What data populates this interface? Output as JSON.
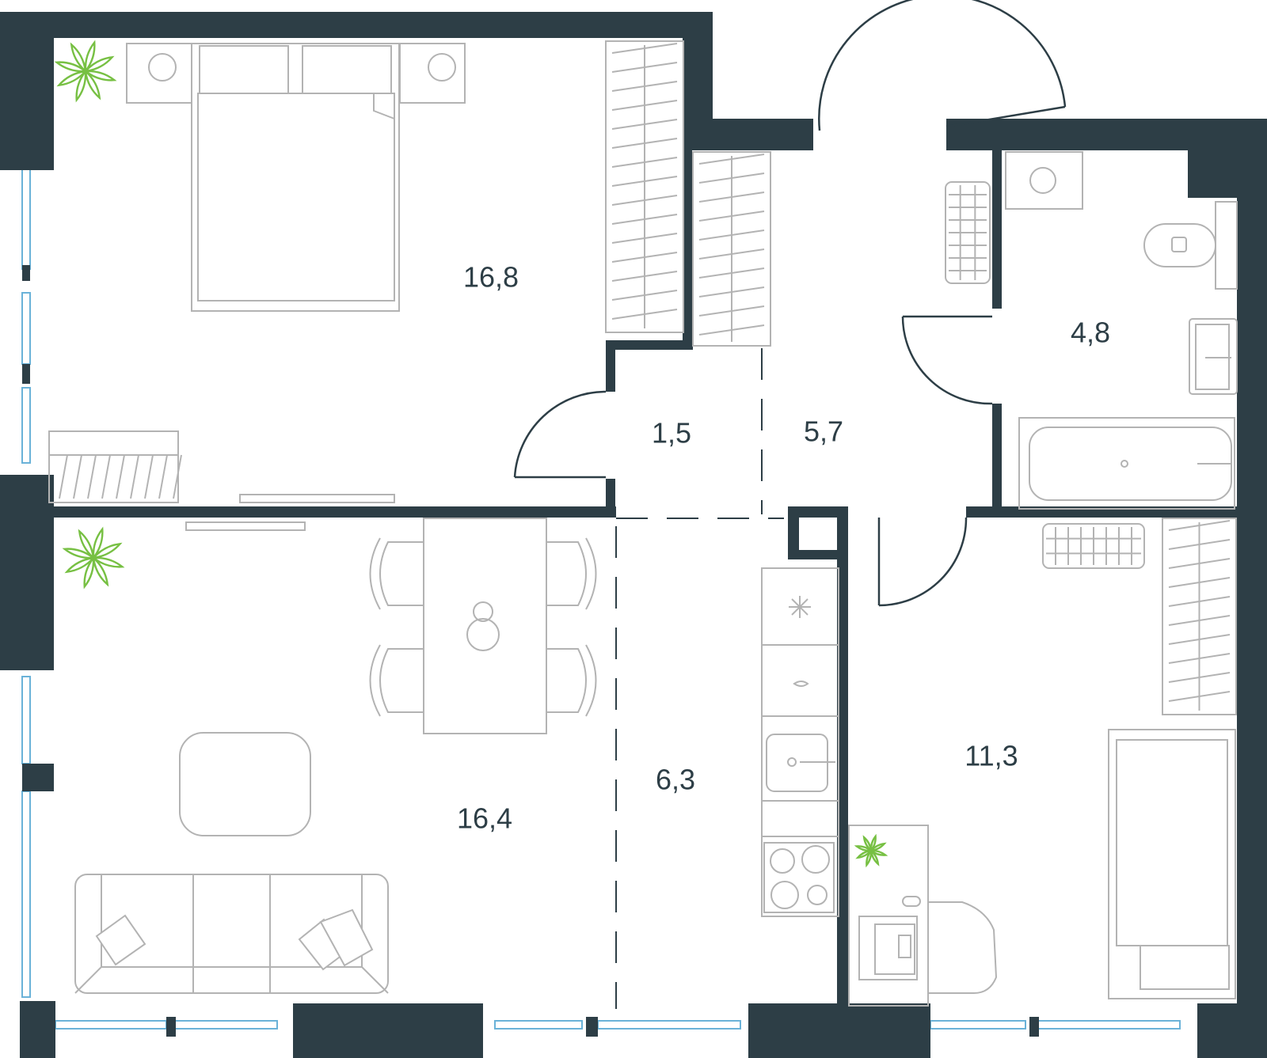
{
  "rooms": [
    {
      "id": "bedroom",
      "area": "16,8"
    },
    {
      "id": "corridor",
      "area": "1,5"
    },
    {
      "id": "hallway",
      "area": "5,7"
    },
    {
      "id": "bathroom",
      "area": "4,8"
    },
    {
      "id": "living-room",
      "area": "16,4"
    },
    {
      "id": "kitchen",
      "area": "6,3"
    },
    {
      "id": "second-bedroom",
      "area": "11,3"
    }
  ],
  "colors": {
    "wall": "#2d3e46",
    "furniture": "#b3b3b3",
    "window": "#6ab2d8",
    "plant": "#77c043",
    "label": "#2d3e46"
  }
}
